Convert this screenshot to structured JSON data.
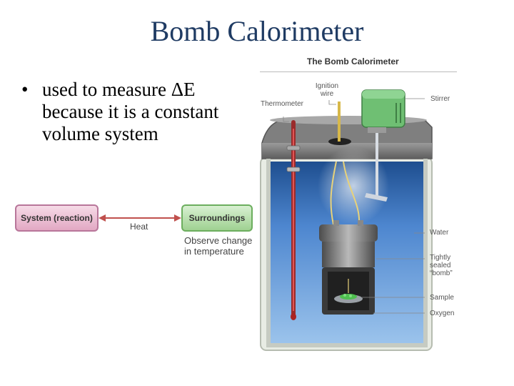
{
  "slide": {
    "title": "Bomb Calorimeter",
    "bullet": "used to measure ΔE because it is a constant volume system"
  },
  "heat_flow": {
    "system_label": "System (reaction)",
    "surroundings_label": "Surroundings",
    "arrow_label": "Heat",
    "note_line1": "Observe change",
    "note_line2": "in temperature"
  },
  "figure": {
    "title": "The Bomb Calorimeter",
    "labels": {
      "thermometer": "Thermometer",
      "ignition_line1": "Ignition",
      "ignition_line2": "wire",
      "stirrer": "Stirrer",
      "water": "Water",
      "bomb_line1": "Tightly",
      "bomb_line2": "sealed",
      "bomb_line3": "“bomb”",
      "sample": "Sample",
      "oxygen": "Oxygen"
    }
  },
  "colors": {
    "title": "#1f3b63",
    "system_box": "#e2a8c3",
    "surroundings_box": "#9fd191",
    "arrow": "#c0504d",
    "water": "#5b8fd1",
    "stirrer_motor": "#6fbf73"
  },
  "icons": [
    "bullet-dot"
  ]
}
